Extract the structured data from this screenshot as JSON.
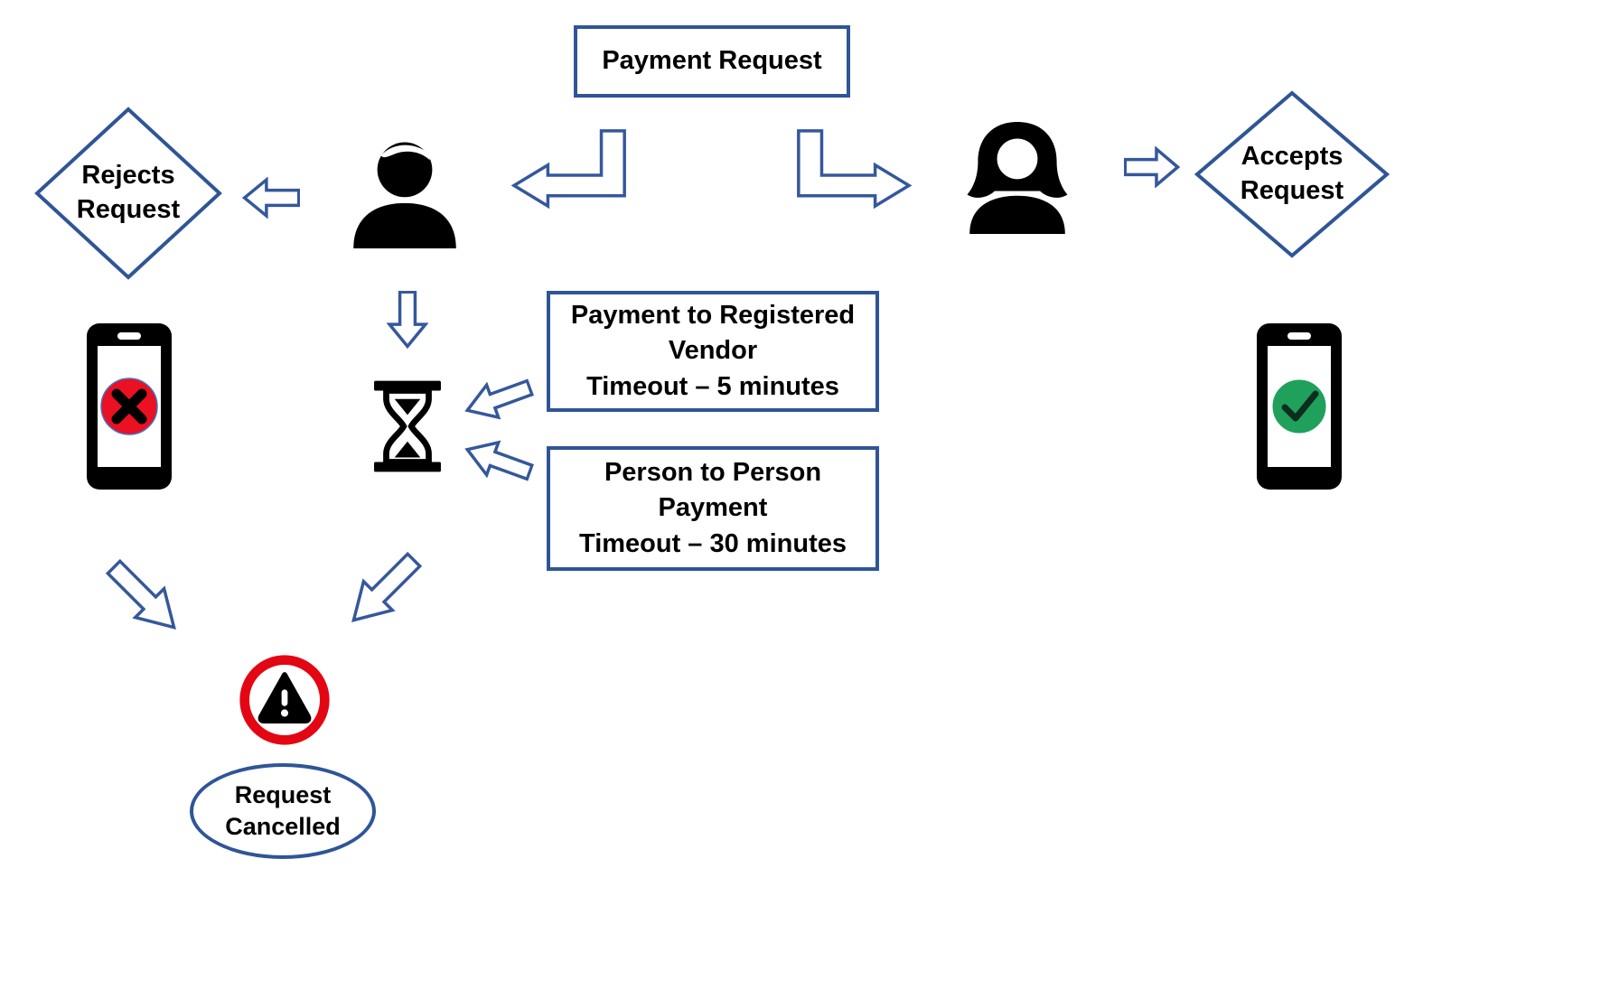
{
  "colors": {
    "shape_outline": "#2F5597",
    "arrow_outline": "#35589B",
    "icon_black": "#000000",
    "reject_red": "#EB1022",
    "accept_green": "#1FA15C",
    "warning_red": "#E30613"
  },
  "nodes": {
    "payment_request": {
      "label": "Payment Request"
    },
    "rejects_request": {
      "line1": "Rejects",
      "line2": "Request"
    },
    "accepts_request": {
      "line1": "Accepts",
      "line2": "Request"
    },
    "vendor_timeout": {
      "line1": "Payment to Registered",
      "line2": "Vendor",
      "line3": "Timeout – 5 minutes"
    },
    "p2p_timeout": {
      "line1": "Person to Person",
      "line2": "Payment",
      "line3": "Timeout – 30 minutes"
    },
    "request_cancelled": {
      "line1": "Request",
      "line2": "Cancelled"
    }
  },
  "icons": {
    "male_user": "male-user-icon",
    "female_user": "female-user-icon",
    "hourglass": "hourglass-icon",
    "phone_rejected": "phone-rejected-icon",
    "phone_accepted": "phone-accepted-icon",
    "warning": "warning-icon"
  }
}
